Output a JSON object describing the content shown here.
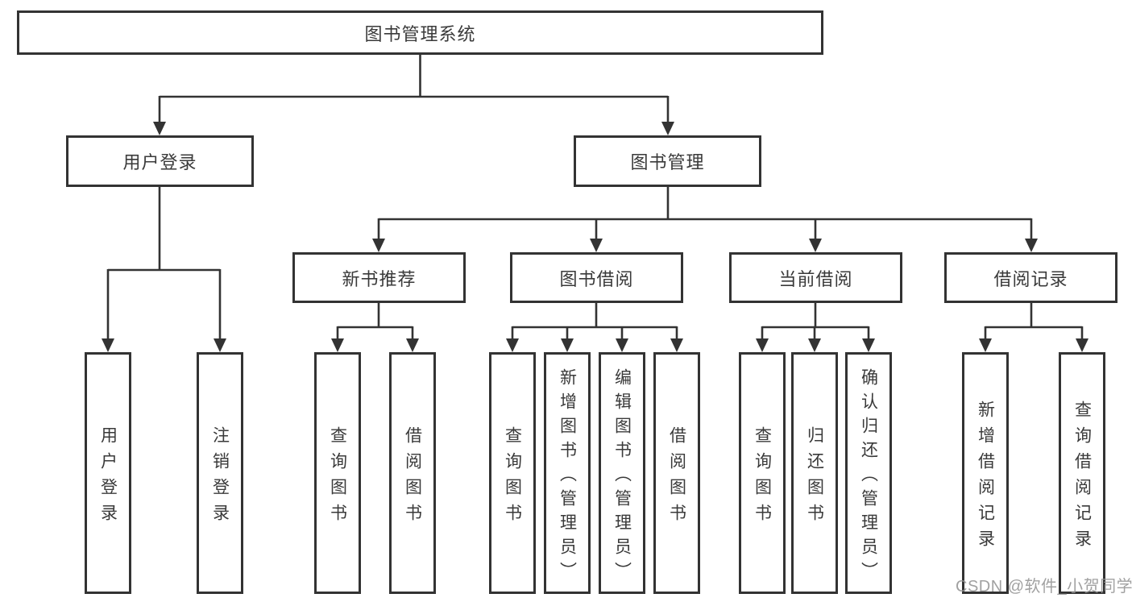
{
  "diagram_type": "hierarchy-flowchart",
  "colors": {
    "background": "#ffffff",
    "line": "#333333",
    "box_border": "#333333",
    "box_fill": "#ffffff",
    "text": "#3a3a3a",
    "watermark": "#949494"
  },
  "watermark": "CSDN @软件_小贺同学",
  "nodes": {
    "root": {
      "label": "图书管理系统"
    },
    "user_login": {
      "label": "用户登录",
      "parent": "图书管理系统"
    },
    "book_mgmt": {
      "label": "图书管理",
      "parent": "图书管理系统"
    },
    "new_book_rec": {
      "label": "新书推荐",
      "parent": "图书管理"
    },
    "book_borrow": {
      "label": "图书借阅",
      "parent": "图书管理"
    },
    "current_borrow": {
      "label": "当前借阅",
      "parent": "图书管理"
    },
    "borrow_records": {
      "label": "借阅记录",
      "parent": "图书管理"
    },
    "leaves": {
      "user_login_leaf": {
        "label": "用户登录",
        "parent": "用户登录"
      },
      "logout_leaf": {
        "label": "注销登录",
        "parent": "用户登录"
      },
      "query_books_newrec": {
        "label": "查询图书",
        "parent": "新书推荐"
      },
      "borrow_books_newrec": {
        "label": "借阅图书",
        "parent": "新书推荐"
      },
      "query_books_mgmt": {
        "label": "查询图书",
        "parent": "图书借阅"
      },
      "add_books_admin": {
        "label": "新增图书（管理员）",
        "parent": "图书借阅"
      },
      "edit_books_admin": {
        "label": "编辑图书（管理员）",
        "parent": "图书借阅"
      },
      "borrow_books_mgmt": {
        "label": "借阅图书",
        "parent": "图书借阅"
      },
      "query_books_current": {
        "label": "查询图书",
        "parent": "当前借阅"
      },
      "return_books": {
        "label": "归还图书",
        "parent": "当前借阅"
      },
      "confirm_return_admin": {
        "label": "确认归还（管理员）",
        "parent": "当前借阅"
      },
      "add_borrow_record": {
        "label": "新增借阅记录",
        "parent": "借阅记录"
      },
      "query_borrow_record": {
        "label": "查询借阅记录",
        "parent": "借阅记录"
      }
    }
  }
}
